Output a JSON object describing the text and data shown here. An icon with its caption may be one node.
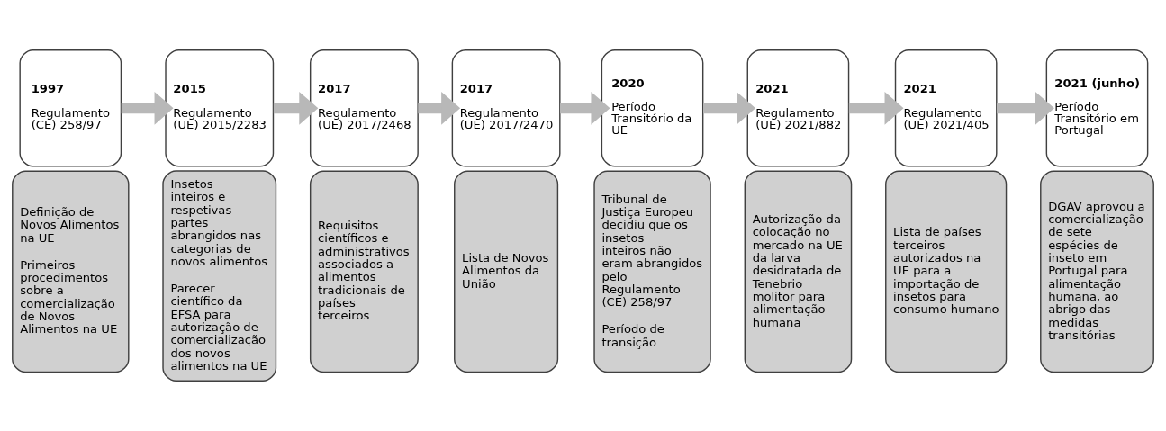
{
  "diagram": {
    "nodes": [
      {
        "text": [
          "1997",
          "Regulamento (CE) 258/97"
        ]
      },
      {
        "text": [
          "Definição de Novos Alimentos na UE",
          "Primeiros procedimentos sobre a comercialização de Novos Alimentos na UE"
        ]
      },
      {
        "text": [
          "2015",
          "Regulamento (UE) 2015/2283"
        ]
      },
      {
        "text": [
          "Insetos inteiros e respetivas partes abrangidos nas categorias de novos alimentos",
          "Parecer científico da EFSA para autorização de comercialização dos novos alimentos na UE"
        ]
      },
      {
        "text": [
          "2017",
          "Regulamento (UE) 2017/2468"
        ]
      },
      {
        "text": [
          "Requisitos científicos e administrativos associados a alimentos tradicionais de países terceiros"
        ]
      },
      {
        "text": [
          "2017",
          "Regulamento (UE) 2017/2470"
        ]
      },
      {
        "text": [
          "Lista de Novos Alimentos da União"
        ]
      },
      {
        "text": [
          "2020",
          "Período Transitório da UE"
        ]
      },
      {
        "text": [
          "Tribunal de Justiça Europeu decidiu que os insetos inteiros não eram abrangidos pelo Regulamento (CE) 258/97",
          "Período de transição"
        ]
      },
      {
        "text": [
          "2021",
          "Regulamento (UE) 2021/882"
        ]
      },
      {
        "text": [
          "Autorização da colocação no mercado na UE da larva desidratada de Tenebrio molitor para alimentação humana"
        ]
      },
      {
        "text": [
          "2021",
          "Regulamento (UE) 2021/405"
        ]
      },
      {
        "text": [
          "Lista de países terceiros autorizados na UE para a importação de insetos para consumo humano"
        ]
      },
      {
        "text": [
          "2021 (junho)",
          "Período Transitório em Portugal"
        ]
      },
      {
        "text": [
          "DGAV aprovou a comercialização de sete espécies de inseto em Portugal para alimentação humana, ao abrigo das medidas transitórias"
        ]
      }
    ],
    "edges": [
      {
        "from": 0,
        "to": 2,
        "arrow": "to"
      },
      {
        "from": 2,
        "to": 4,
        "arrow": "to"
      },
      {
        "from": 4,
        "to": 6,
        "arrow": "to"
      },
      {
        "from": 6,
        "to": 8,
        "arrow": "to"
      },
      {
        "from": 8,
        "to": 10,
        "arrow": "to"
      },
      {
        "from": 10,
        "to": 12,
        "arrow": "to"
      },
      {
        "from": 12,
        "to": 14,
        "arrow": "to"
      }
    ]
  }
}
